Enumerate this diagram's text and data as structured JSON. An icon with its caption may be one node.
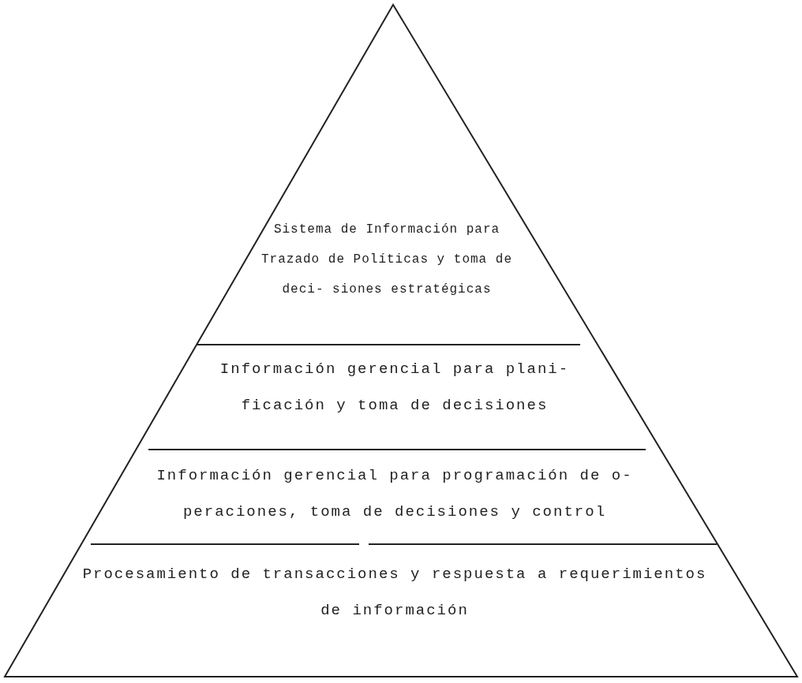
{
  "diagram": {
    "nodes": [
      {
        "text": [
          "Sistema de Información para Trazado de Políticas y toma de deci- siones estratégicas"
        ]
      },
      {
        "text": [
          "Información gerencial para plani- ficación y toma de decisiones"
        ]
      },
      {
        "text": [
          "Información gerencial para programación de o- peraciones, toma de decisiones y control"
        ]
      },
      {
        "text": [
          "Procesamiento de transacciones y respuesta a requerimientos de información"
        ]
      }
    ],
    "edges": []
  }
}
